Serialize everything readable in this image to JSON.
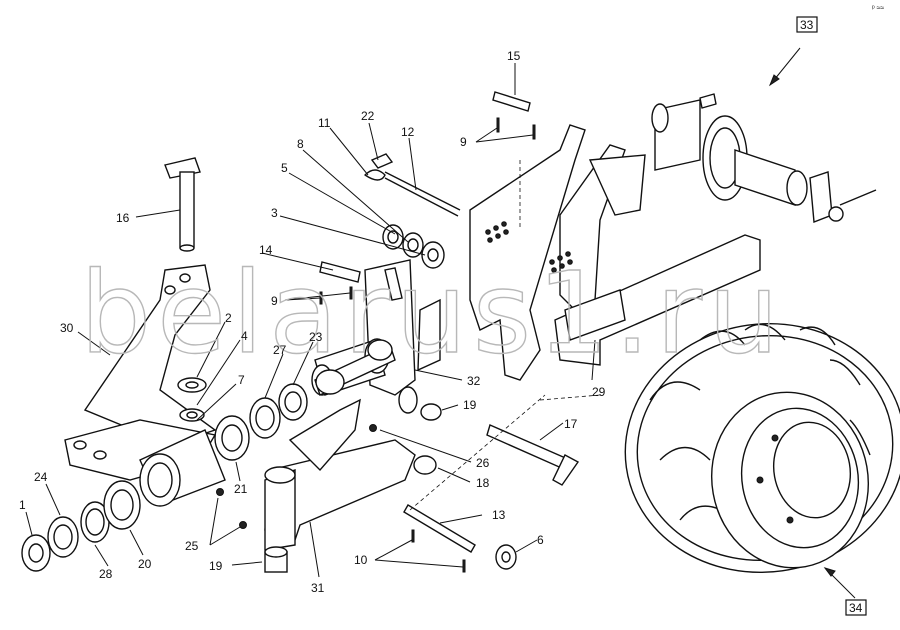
{
  "watermark": "belarus1.ru",
  "corner_code": "ᵖ ≈≈",
  "callouts": {
    "c1": "1",
    "c2": "2",
    "c3": "3",
    "c4": "4",
    "c5": "5",
    "c6": "6",
    "c7": "7",
    "c8": "8",
    "c9a": "9",
    "c9b": "9",
    "c10": "10",
    "c11": "11",
    "c12": "12",
    "c13": "13",
    "c14": "14",
    "c15": "15",
    "c16": "16",
    "c17": "17",
    "c18": "18",
    "c19a": "19",
    "c19b": "19",
    "c20": "20",
    "c21": "21",
    "c22": "22",
    "c23": "23",
    "c24": "24",
    "c25": "25",
    "c26": "26",
    "c27": "27",
    "c28": "28",
    "c29": "29",
    "c30": "30",
    "c31": "31",
    "c32": "32",
    "c33": "33",
    "c34": "34"
  }
}
